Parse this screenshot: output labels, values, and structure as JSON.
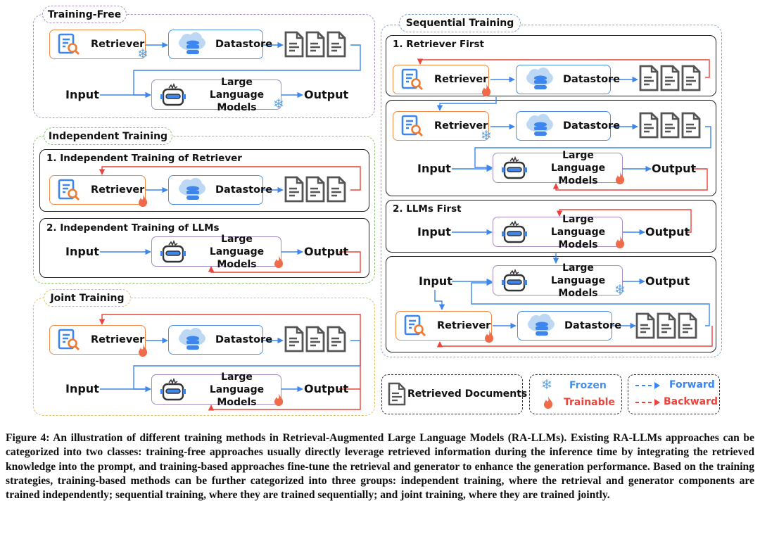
{
  "sections": {
    "training_free": "Training-Free",
    "independent": "Independent Training",
    "independent_sub1": "1. Independent Training of Retriever",
    "independent_sub2": "2. Independent Training of LLMs",
    "joint": "Joint Training",
    "sequential": "Sequential Training",
    "sequential_sub1": "1. Retriever First",
    "sequential_sub2": "2. LLMs First"
  },
  "components": {
    "retriever": "Retriever",
    "datastore": "Datastore",
    "llm_line1": "Large Language",
    "llm_line2": "Models",
    "input": "Input",
    "output": "Output"
  },
  "legend": {
    "documents": "Retrieved Documents",
    "frozen": "Frozen",
    "trainable": "Trainable",
    "forward": "Forward",
    "backward": "Backward"
  },
  "colors": {
    "forward": "#3d86ee",
    "backward": "#e8453c",
    "frozen": "#4a90e2",
    "trainable": "#e8453c",
    "training_free_frame": "#a98fc8",
    "independent_frame": "#8dc070",
    "joint_frame": "#e0c060",
    "sequential_frame": "#7fa2d8"
  },
  "icons": {
    "retriever": "document-search-icon",
    "datastore": "cloud-database-icon",
    "llm": "robot-icon",
    "documents": "document-icon",
    "frozen": "snowflake-icon",
    "trainable": "flame-icon"
  },
  "caption": "Figure 4: An illustration of different training methods in Retrieval-Augmented Large Language Models (RA-LLMs). Existing RA-LLMs approaches can be categorized into two classes: training-free approaches usually directly leverage retrieved information during the inference time by integrating the retrieved knowledge into the prompt, and training-based approaches fine-tune the retrieval and generator to enhance the generation performance. Based on the training strategies, training-based methods can be further categorized into three groups: independent training, where the retrieval and generator components are trained independently; sequential training, where they are trained sequentially; and joint training, where they are trained jointly."
}
